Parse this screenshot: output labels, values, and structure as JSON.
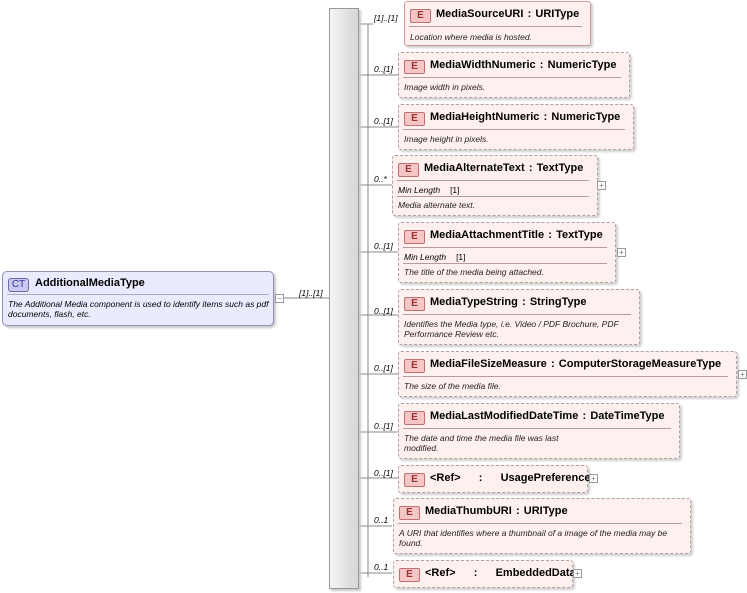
{
  "complex_type": {
    "badge": "CT",
    "name": "AdditionalMediaType",
    "doc": "The Additional Media component is used to identify items such as pdf documents, flash, etc.",
    "cardinality": "[1]..[1]"
  },
  "element_badge": "E",
  "separator": ":",
  "facet_value_placeholder": "[1]",
  "elements": [
    {
      "cardinality": "[1]..[1]",
      "name": "MediaSourceURI",
      "type": "URIType",
      "doc": "Location where media is hosted."
    },
    {
      "cardinality": "0..[1]",
      "name": "MediaWidthNumeric",
      "type": "NumericType",
      "doc": "Image width in pixels."
    },
    {
      "cardinality": "0..[1]",
      "name": "MediaHeightNumeric",
      "type": "NumericType",
      "doc": "Image height in pixels."
    },
    {
      "cardinality": "0..*",
      "name": "MediaAlternateText",
      "type": "TextType",
      "facet": "Min Length",
      "facet_value": "[1]",
      "doc": "Media alternate text."
    },
    {
      "cardinality": "0..[1]",
      "name": "MediaAttachmentTitle",
      "type": "TextType",
      "facet": "Min Length",
      "facet_value": "[1]",
      "doc": "The title of the media being attached."
    },
    {
      "cardinality": "0..[1]",
      "name": "MediaTypeString",
      "type": "StringType",
      "doc": "Identifies the Media type, i.e. Video / PDF Brochure, PDF Performance Review etc."
    },
    {
      "cardinality": "0..[1]",
      "name": "MediaFileSizeMeasure",
      "type": "ComputerStorageMeasureType",
      "doc": "The size of the media file."
    },
    {
      "cardinality": "0..[1]",
      "name": "MediaLastModifiedDateTime",
      "type": "DateTimeType",
      "doc": "The date and time the media file was last modified."
    },
    {
      "cardinality": "0..[1]",
      "name": "<Ref>",
      "type": "UsagePreference"
    },
    {
      "cardinality": "0..1",
      "name": "MediaThumbURI",
      "type": "URIType",
      "doc": "A URI that identifies where a thumbnail of a image of the media may be found."
    },
    {
      "cardinality": "0..1",
      "name": "<Ref>",
      "type": "EmbeddedData"
    }
  ]
}
